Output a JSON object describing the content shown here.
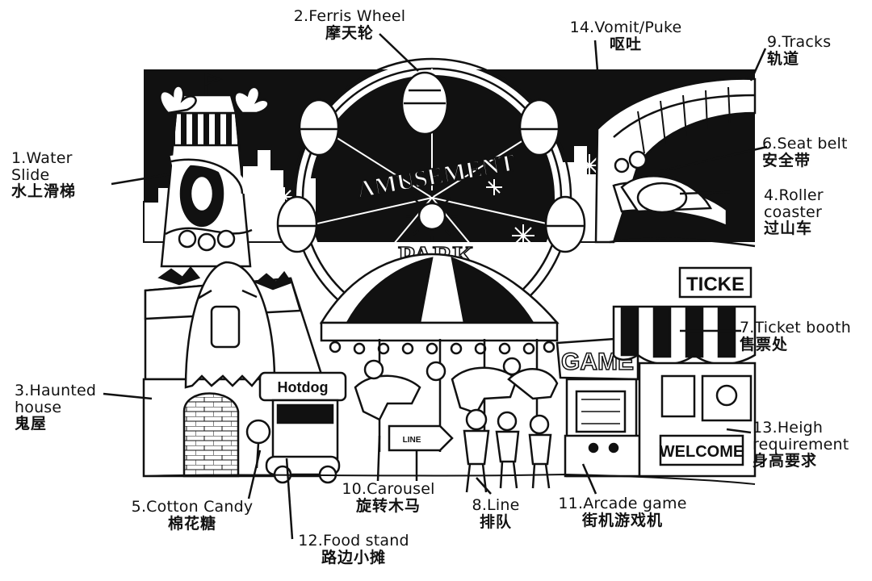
{
  "park_signs": {
    "amusement": "AMUSEMENT",
    "park": "PARK",
    "hotdog": "Hotdog",
    "line": "LINE",
    "game": "GAME",
    "ticket": "TICKE",
    "welcome": "WELCOME"
  },
  "labels": [
    {
      "id": "1",
      "en": "1.Water Slide",
      "zh": "水上滑梯"
    },
    {
      "id": "2",
      "en": "2.Ferris Wheel",
      "zh": "摩天轮"
    },
    {
      "id": "3",
      "en": "3.Haunted house",
      "zh": "鬼屋"
    },
    {
      "id": "4",
      "en": "4.Roller coaster",
      "zh": "过山车"
    },
    {
      "id": "5",
      "en": "5.Cotton Candy",
      "zh": "棉花糖"
    },
    {
      "id": "6",
      "en": "6.Seat belt",
      "zh": "安全带"
    },
    {
      "id": "7",
      "en": "7.Ticket booth",
      "zh": "售票处"
    },
    {
      "id": "8",
      "en": "8.Line",
      "zh": "排队"
    },
    {
      "id": "9",
      "en": "9.Tracks",
      "zh": "轨道"
    },
    {
      "id": "10",
      "en": "10.Carousel",
      "zh": "旋转木马"
    },
    {
      "id": "11",
      "en": "11.Arcade game",
      "zh": "街机游戏机"
    },
    {
      "id": "12",
      "en": "12.Food stand",
      "zh": "路边小摊"
    },
    {
      "id": "13",
      "en": "13.Heigh requirement",
      "zh": "身高要求"
    },
    {
      "id": "14",
      "en": "14.Vomit/Puke",
      "zh": "呕吐"
    }
  ]
}
